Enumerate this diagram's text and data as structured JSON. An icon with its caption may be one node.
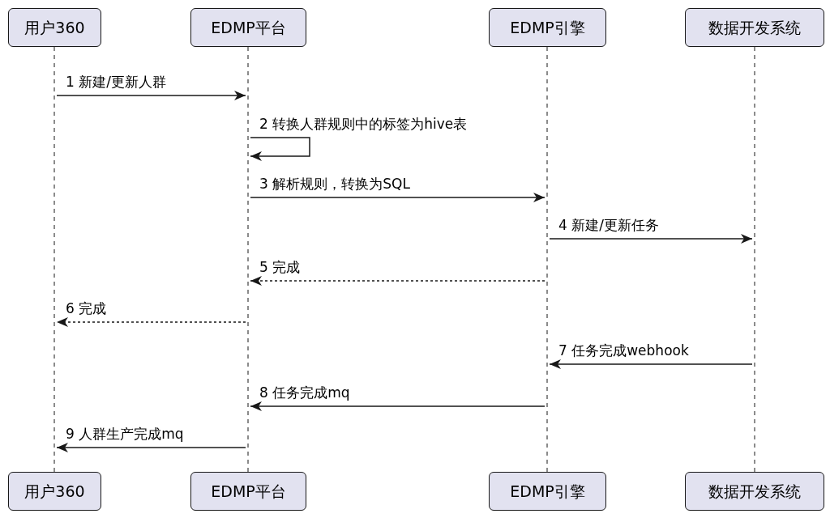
{
  "diagram": {
    "nodes": [
      {
        "text": [
          "用户360"
        ]
      },
      {
        "text": [
          "EDMP平台"
        ]
      },
      {
        "text": [
          "EDMP引擎"
        ]
      },
      {
        "text": [
          "数据开发系统"
        ]
      },
      {
        "text": [
          "用户360"
        ]
      },
      {
        "text": [
          "EDMP平台"
        ]
      },
      {
        "text": [
          "EDMP引擎"
        ]
      },
      {
        "text": [
          "数据开发系统"
        ]
      },
      {
        "text": [],
        "shape": "line"
      },
      {
        "text": [],
        "shape": "line"
      },
      {
        "text": [],
        "shape": "line"
      },
      {
        "text": [],
        "shape": "line"
      }
    ],
    "edges": [
      {
        "from": 8,
        "to": 9,
        "arrow": "to",
        "label": "1 新建/更新人群"
      },
      {
        "from": 9,
        "to": 9,
        "arrow": "to",
        "label": "2 转换人群规则中的标签为hive表"
      },
      {
        "from": 9,
        "to": 10,
        "arrow": "to",
        "label": "3 解析规则，转换为SQL"
      },
      {
        "from": 10,
        "to": 11,
        "arrow": "to",
        "label": "4 新建/更新任务"
      },
      {
        "from": 10,
        "to": 9,
        "arrow": "to",
        "label": "5 完成",
        "style": "dashed"
      },
      {
        "from": 9,
        "to": 8,
        "arrow": "to",
        "label": "6 完成",
        "style": "dashed"
      },
      {
        "from": 11,
        "to": 10,
        "arrow": "to",
        "label": "7 任务完成webhook"
      },
      {
        "from": 10,
        "to": 9,
        "arrow": "to",
        "label": "8 任务完成mq"
      },
      {
        "from": 9,
        "to": 8,
        "arrow": "to",
        "label": "9 人群生产完成mq"
      }
    ]
  }
}
